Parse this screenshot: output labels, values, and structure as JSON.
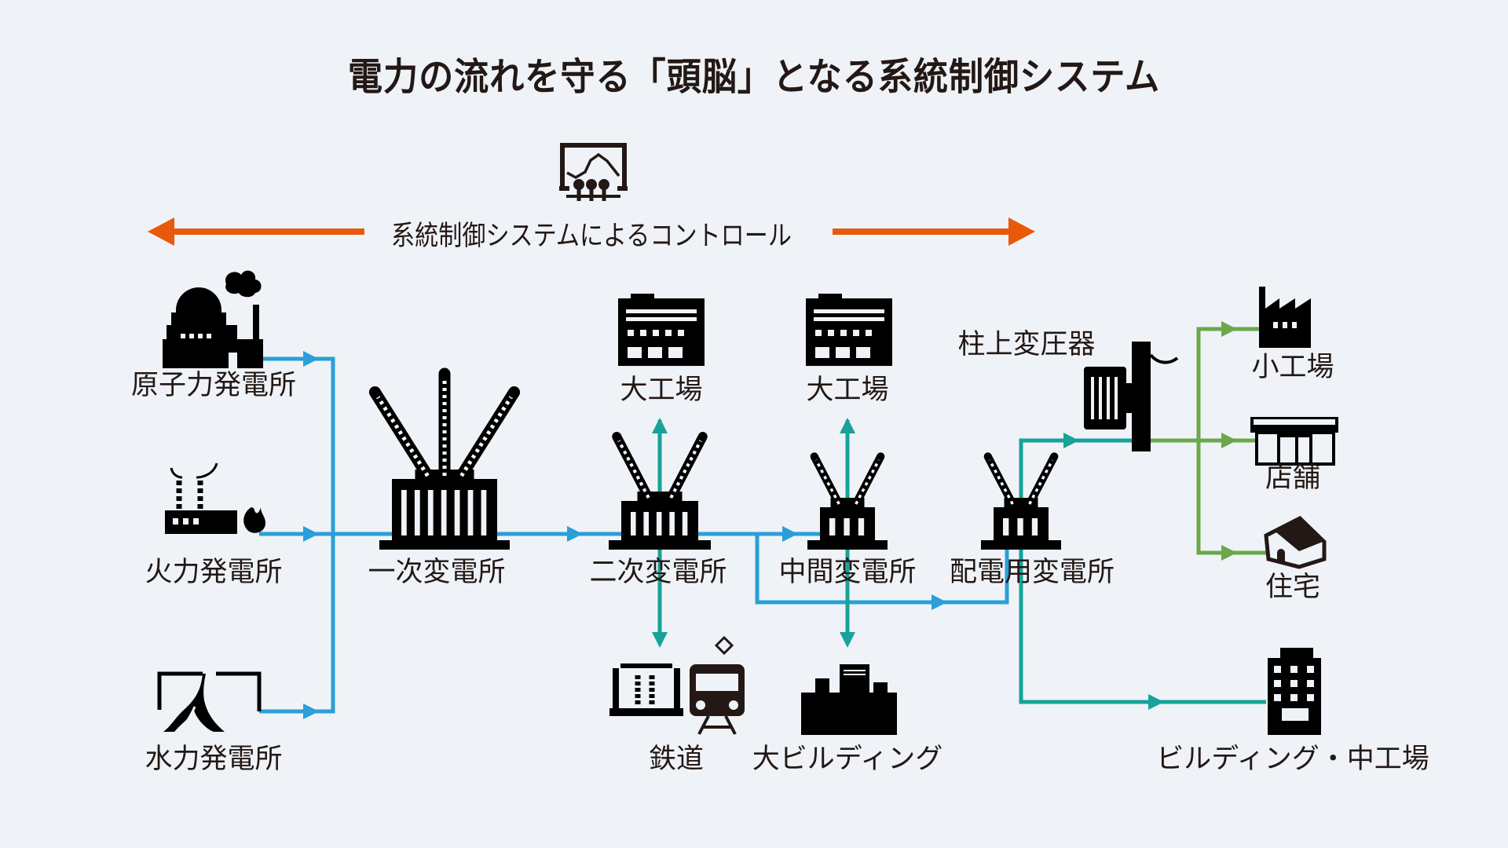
{
  "title": "電力の流れを守る「頭脳」となる系統制御システム",
  "control": {
    "label": "系統制御システムによるコントロール",
    "icon": "monitoring-screen-icon"
  },
  "colors": {
    "background": "#eff3f7",
    "control_arrow": "#e8590c",
    "high_voltage": "#2a9fd8",
    "mid_voltage": "#17a29a",
    "low_voltage": "#6aa84a",
    "icon": "#000000",
    "text": "#231815"
  },
  "generation": [
    {
      "label": "原子力発電所",
      "icon": "nuclear-plant-icon"
    },
    {
      "label": "火力発電所",
      "icon": "thermal-plant-icon"
    },
    {
      "label": "水力発電所",
      "icon": "hydro-dam-icon"
    }
  ],
  "substations": [
    {
      "label": "一次変電所",
      "icon": "primary-substation-icon"
    },
    {
      "label": "二次変電所",
      "icon": "secondary-substation-icon"
    },
    {
      "label": "中間変電所",
      "icon": "intermediate-substation-icon"
    },
    {
      "label": "配電用変電所",
      "icon": "distribution-substation-icon"
    }
  ],
  "pole_transformer": {
    "label": "柱上変圧器",
    "icon": "pole-transformer-icon"
  },
  "consumers": {
    "large_factory_1": {
      "label": "大工場",
      "icon": "large-factory-icon"
    },
    "large_factory_2": {
      "label": "大工場",
      "icon": "large-factory-icon"
    },
    "railway": {
      "label": "鉄道",
      "icon": "railway-icon"
    },
    "large_building": {
      "label": "大ビルディング",
      "icon": "large-building-icon"
    },
    "small_factory": {
      "label": "小工場",
      "icon": "small-factory-icon"
    },
    "shop": {
      "label": "店舗",
      "icon": "shop-icon"
    },
    "house": {
      "label": "住宅",
      "icon": "house-icon"
    },
    "building_mid_factory": {
      "label": "ビルディング・中工場",
      "icon": "office-building-icon"
    }
  }
}
